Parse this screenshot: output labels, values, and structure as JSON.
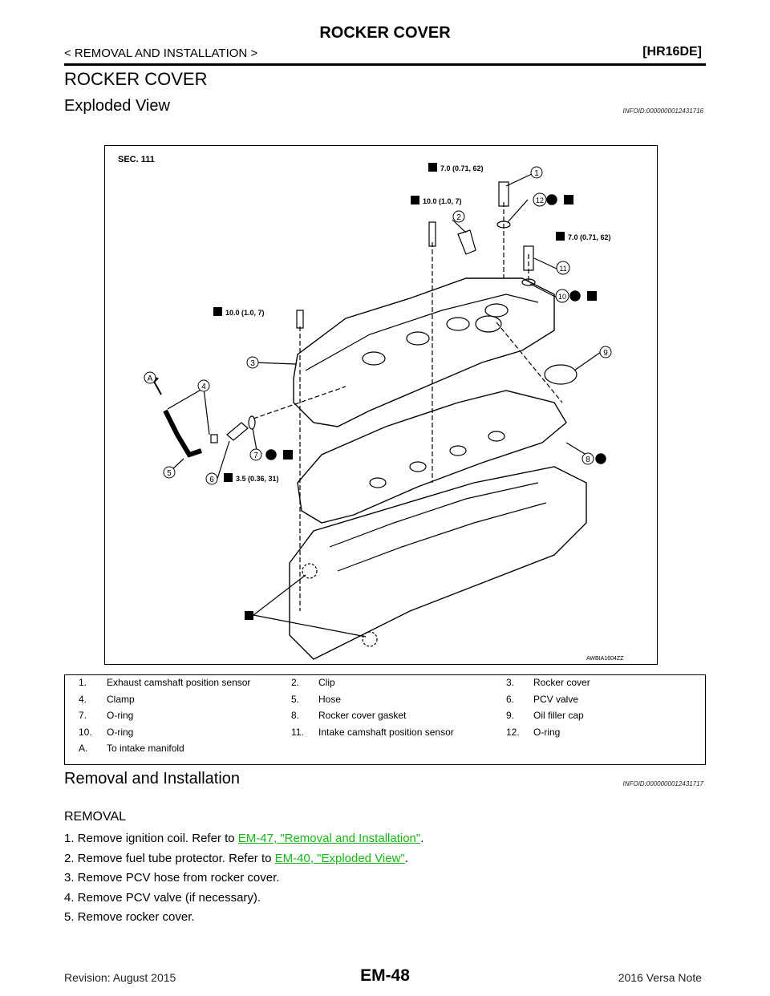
{
  "header": {
    "title": "ROCKER COVER",
    "breadcrumb": "< REMOVAL AND INSTALLATION >",
    "engine": "[HR16DE]"
  },
  "section_title": "ROCKER COVER",
  "exploded_view": {
    "heading": "Exploded View",
    "infoid": "INFOID:0000000012431716",
    "figure": {
      "sec_label": "SEC. 111",
      "figure_code": "AWBIA1604ZZ",
      "torque_labels": [
        "7.0 (0.71, 62)",
        "10.0 (1.0, 7)",
        "7.0 (0.71, 62)",
        "10.0 (1.0, 7)",
        "3.5 (0.36, 31)"
      ],
      "callouts": [
        "1",
        "2",
        "3",
        "4",
        "5",
        "6",
        "7",
        "8",
        "9",
        "10",
        "11",
        "12",
        "A"
      ]
    },
    "legend": [
      [
        {
          "num": "1.",
          "text": "Exhaust camshaft position sensor"
        },
        {
          "num": "2.",
          "text": "Clip"
        },
        {
          "num": "3.",
          "text": "Rocker cover"
        }
      ],
      [
        {
          "num": "4.",
          "text": "Clamp"
        },
        {
          "num": "5.",
          "text": "Hose"
        },
        {
          "num": "6.",
          "text": "PCV valve"
        }
      ],
      [
        {
          "num": "7.",
          "text": "O-ring"
        },
        {
          "num": "8.",
          "text": "Rocker cover gasket"
        },
        {
          "num": "9.",
          "text": "Oil filler cap"
        }
      ],
      [
        {
          "num": "10.",
          "text": "O-ring"
        },
        {
          "num": "11.",
          "text": "Intake camshaft position sensor"
        },
        {
          "num": "12.",
          "text": "O-ring"
        }
      ],
      [
        {
          "num": "A.",
          "text": "To intake manifold"
        }
      ]
    ]
  },
  "removal_installation": {
    "heading": "Removal and Installation",
    "infoid": "INFOID:0000000012431717",
    "subheading": "REMOVAL",
    "steps": [
      {
        "prefix": "1. Remove ignition coil. Refer to ",
        "link": "EM-47, \"Removal and Installation\"",
        "suffix": "."
      },
      {
        "prefix": "2. Remove fuel tube protector. Refer to ",
        "link": "EM-40, \"Exploded View\"",
        "suffix": "."
      },
      {
        "prefix": "3. Remove PCV hose from rocker cover.",
        "link": "",
        "suffix": ""
      },
      {
        "prefix": "4. Remove PCV valve (if necessary).",
        "link": "",
        "suffix": ""
      },
      {
        "prefix": "5. Remove rocker cover.",
        "link": "",
        "suffix": ""
      }
    ]
  },
  "footer": {
    "revision": "Revision: August 2015",
    "page": "EM-48",
    "model": "2016 Versa Note"
  }
}
